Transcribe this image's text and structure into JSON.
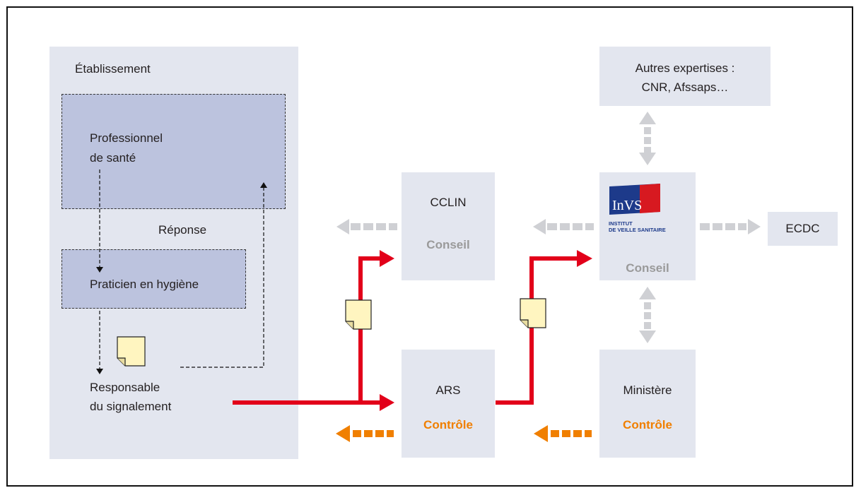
{
  "etablissement": {
    "title": "Établissement",
    "professionnel": [
      "Professionnel",
      "de santé"
    ],
    "reponse": "Réponse",
    "praticien": "Praticien en hygiène",
    "responsable": [
      "Responsable",
      "du signalement"
    ]
  },
  "cclin": {
    "name": "CCLIN",
    "role": "Conseil"
  },
  "ars": {
    "name": "ARS",
    "role": "Contrôle"
  },
  "invs": {
    "logo_text": "InVS",
    "logo_line1": "INSTITUT",
    "logo_line2": "DE VEILLE SANITAIRE",
    "role": "Conseil"
  },
  "ministere": {
    "name": "Ministère",
    "role": "Contrôle"
  },
  "autres": [
    "Autres expertises :",
    "CNR, Afssaps…"
  ],
  "ecdc": "ECDC",
  "colors": {
    "box": "#e3e6ef",
    "inner_box": "#bcc3de",
    "flow_red": "#e2001a",
    "control_orange": "#f07f00",
    "advice_grey": "#9a9a9a",
    "arrow_grey": "#cfd0d4",
    "document": "#fff5c0",
    "invs_blue": "#1d3a8a",
    "invs_red": "#d71920"
  }
}
